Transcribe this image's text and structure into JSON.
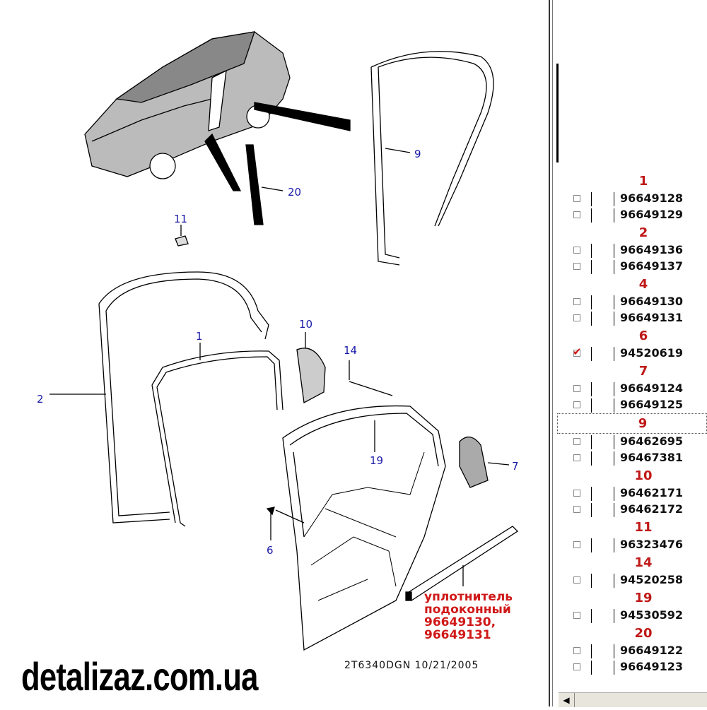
{
  "diagram": {
    "callouts": [
      "1",
      "2",
      "6",
      "7",
      "9",
      "10",
      "11",
      "14",
      "19",
      "20"
    ],
    "note_lines": [
      "уплотнитель",
      "подоконный",
      "96649130,",
      "96649131"
    ],
    "drawing_code": "2T6340DGN  10/21/2005",
    "watermark": "detalizaz.com.ua"
  },
  "parts_list": [
    {
      "group": "1",
      "items": [
        {
          "number": "96649128",
          "checked": false
        },
        {
          "number": "96649129",
          "checked": false
        }
      ]
    },
    {
      "group": "2",
      "items": [
        {
          "number": "96649136",
          "checked": false
        },
        {
          "number": "96649137",
          "checked": false
        }
      ]
    },
    {
      "group": "4",
      "items": [
        {
          "number": "96649130",
          "checked": false
        },
        {
          "number": "96649131",
          "checked": false
        }
      ]
    },
    {
      "group": "6",
      "items": [
        {
          "number": "94520619",
          "checked": true
        }
      ]
    },
    {
      "group": "7",
      "items": [
        {
          "number": "96649124",
          "checked": false
        },
        {
          "number": "96649125",
          "checked": false
        }
      ]
    },
    {
      "group": "9",
      "selected": true,
      "items": [
        {
          "number": "96462695",
          "checked": false
        },
        {
          "number": "96467381",
          "checked": false
        }
      ]
    },
    {
      "group": "10",
      "items": [
        {
          "number": "96462171",
          "checked": false
        },
        {
          "number": "96462172",
          "checked": false
        }
      ]
    },
    {
      "group": "11",
      "items": [
        {
          "number": "96323476",
          "checked": false
        }
      ]
    },
    {
      "group": "14",
      "items": [
        {
          "number": "94520258",
          "checked": false
        }
      ]
    },
    {
      "group": "19",
      "items": [
        {
          "number": "94530592",
          "checked": false
        }
      ]
    },
    {
      "group": "20",
      "items": [
        {
          "number": "96649122",
          "checked": false
        },
        {
          "number": "96649123",
          "checked": false
        }
      ]
    }
  ],
  "scrollbar": {
    "left_arrow": "◀"
  }
}
